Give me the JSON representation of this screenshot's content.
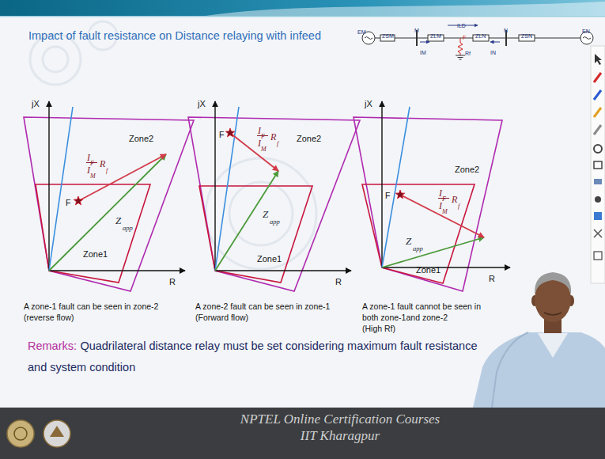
{
  "diagram": {
    "title": "Impact of fault resistance on Distance relaying with infeed",
    "labels": [
      "jX",
      "R",
      "Zone2",
      "Zone1",
      "F",
      "Z",
      "app",
      "I",
      "F",
      "I",
      "M",
      "R",
      "f",
      "jX",
      "R",
      "Zone2",
      "Zone1",
      "F",
      "Z",
      "app",
      "I",
      "F",
      "I",
      "M",
      "R",
      "f",
      "jX",
      "R",
      "Zone2",
      "Zone1",
      "F",
      "Z",
      "app",
      "I",
      "F",
      "I",
      "M",
      "R",
      "f",
      "A zone-1 fault can be seen in zone-2",
      "(reverse flow)",
      "A zone-2 fault can be seen in zone-1",
      "(Forward flow)",
      "A zone-1 fault cannot be seen in",
      "both zone-1and zone-2",
      "(High Rf)",
      "Remarks:",
      "Quadrilateral distance relay must be set considering maximum fault resistance and system condition",
      "EM",
      "ZSM",
      "M",
      "ILD",
      "ZLM",
      "F",
      "ZLN",
      "N",
      "ZSN",
      "EN",
      "Rf",
      "IM",
      "IN",
      "NPTEL Online Certification Courses",
      "IIT Kharagpur"
    ]
  }
}
